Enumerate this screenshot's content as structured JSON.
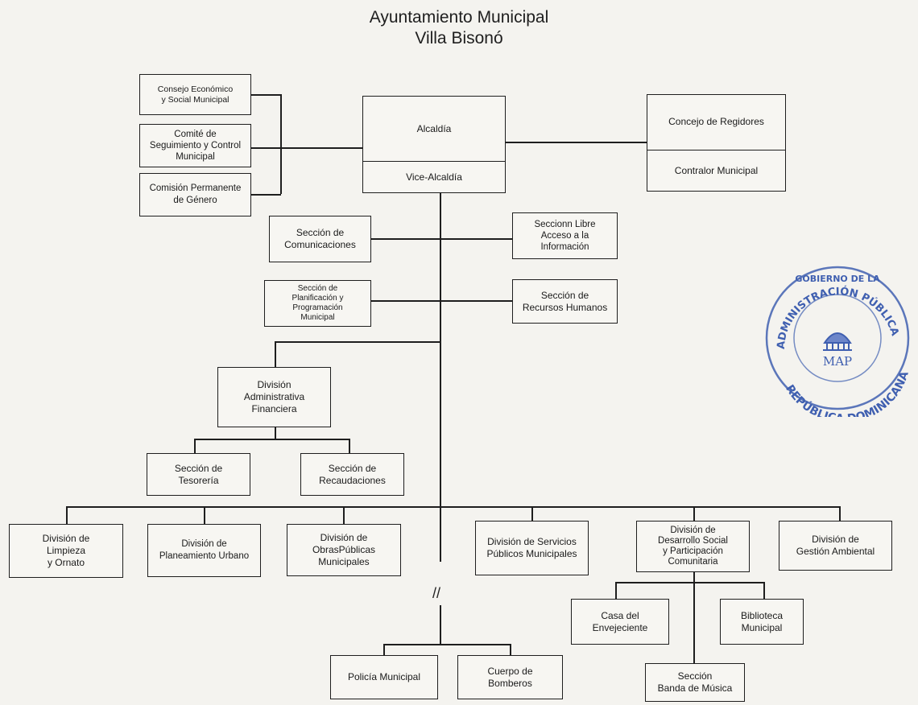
{
  "header": {
    "title_line1": "Ayuntamiento Municipal",
    "title_line2": "Villa Bisonó"
  },
  "boxes": {
    "consejo_economico": "Consejo Económico\ny Social Municipal",
    "comite_seguimiento": "Comité de\nSeguimiento y Control\nMunicipal",
    "comision_genero": "Comisión Permanente\nde Género",
    "alcaldia": "Alcaldía",
    "vice_alcaldia": "Vice-Alcaldía",
    "concejo_regidores": "Concejo de Regidores",
    "contralor": "Contralor Municipal",
    "seccion_comunicaciones": "Sección de\nComunicaciones",
    "seccion_libre_acceso": "Seccionn Libre\nAcceso a la\nInformación",
    "seccion_planificacion": "Sección de\nPlanificación y\nProgramación\nMunicipal",
    "seccion_rrhh": "Sección de\nRecursos Humanos",
    "division_admin_fin": "División\nAdministrativa\nFinanciera",
    "seccion_tesoreria": "Sección de\nTesorería",
    "seccion_recaudaciones": "Sección de\nRecaudaciones",
    "division_limpieza": "División de\nLimpieza\ny Ornato",
    "division_planeamiento": "División de\nPlaneamiento Urbano",
    "division_obras": "División de\nObrasPúblicas\nMunicipales",
    "division_servicios": "División  de Servicios\nPúblicos Municipales",
    "division_desarrollo": "División de\nDesarrollo Social\ny Participación\nComunitaria",
    "division_ambiental": "División de\nGestión Ambiental",
    "casa_envejeciente": "Casa del\nEnvejeciente",
    "biblioteca": "Biblioteca\nMunicipal",
    "banda_musica": "Sección\nBanda de Música",
    "policia": "Policía Municipal",
    "bomberos": "Cuerpo de\nBomberos"
  },
  "seal": {
    "top_text": "GOBIERNO DE LA",
    "mid_text": "ADMINISTRACIÓN PÚBLICA",
    "bottom_text": "REPÚBLICA DOMINICANA",
    "center_text": "MAP",
    "color": "#3f5fb0"
  },
  "break_mark": "//"
}
